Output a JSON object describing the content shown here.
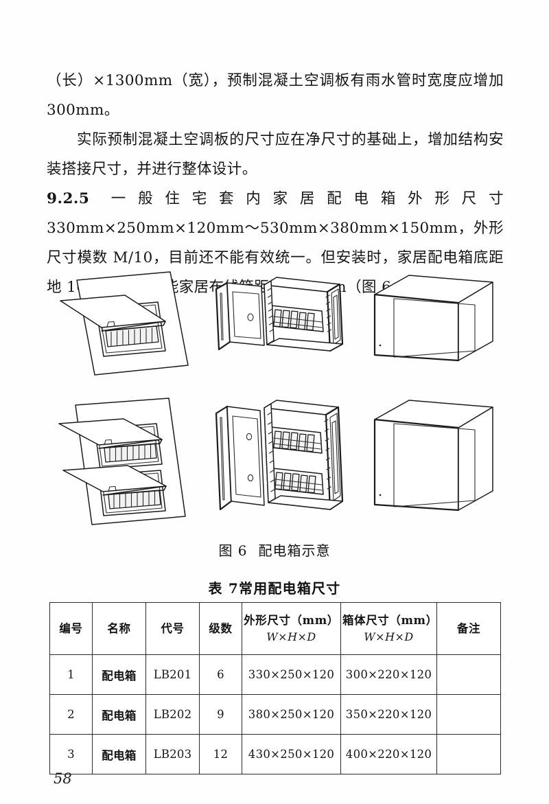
{
  "document": {
    "page_number": "58"
  },
  "body": {
    "paragraphs": [
      {
        "id": "p1",
        "text": "（长）×1300mm（宽），预制混凝土空调板有雨水管时宽度应增加 300mm。"
      },
      {
        "id": "p2",
        "text": "实际预制混凝土空调板的尺寸应在净尺寸的基础上，增加结构安装搭接尺寸，并进行整体设计。"
      }
    ],
    "clause": {
      "number": "9.2.5",
      "text": "一般住宅套内家居配电箱外形尺寸 330mm×250mm×120mm～530mm×380mm×150mm，外形尺寸模数 M/10，目前还不能有效统一。但安装时，家居配电箱底距地 1600mm，智能家居布线箱距地 500mm（图 6、表 7）。"
    }
  },
  "figure": {
    "caption_number": "图 6",
    "caption_title": "配电箱示意",
    "panels": [
      {
        "id": "fig-wall-single",
        "name": "wall-panel-single-row"
      },
      {
        "id": "fig-box-open-single",
        "name": "distribution-box-open-single-tier"
      },
      {
        "id": "fig-enclosure-single",
        "name": "empty-enclosure-shallow"
      },
      {
        "id": "fig-wall-double",
        "name": "wall-panel-double-row"
      },
      {
        "id": "fig-box-open-double",
        "name": "distribution-box-open-double-tier"
      },
      {
        "id": "fig-enclosure-double",
        "name": "empty-enclosure-tall"
      }
    ]
  },
  "table": {
    "title_number": "表 7",
    "title_text": "常用配电箱尺寸",
    "headers": [
      {
        "line1": "编号",
        "line2": ""
      },
      {
        "line1": "名称",
        "line2": ""
      },
      {
        "line1": "代号",
        "line2": ""
      },
      {
        "line1": "级数",
        "line2": ""
      },
      {
        "line1": "外形尺寸（mm）",
        "line2": "W×H×D"
      },
      {
        "line1": "箱体尺寸（mm）",
        "line2": "W×H×D"
      },
      {
        "line1": "备注",
        "line2": ""
      }
    ],
    "rows": [
      {
        "no": "1",
        "name": "配电箱",
        "code": "LB201",
        "poles": "6",
        "outer_size": "330×250×120",
        "body_size": "300×220×120",
        "remark": ""
      },
      {
        "no": "2",
        "name": "配电箱",
        "code": "LB202",
        "poles": "9",
        "outer_size": "380×250×120",
        "body_size": "350×220×120",
        "remark": ""
      },
      {
        "no": "3",
        "name": "配电箱",
        "code": "LB203",
        "poles": "12",
        "outer_size": "430×250×120",
        "body_size": "400×220×120",
        "remark": ""
      }
    ]
  },
  "colors": {
    "page_background": "#fefefe",
    "text": "#151515",
    "line": "#1b1b1b",
    "table_border": "#2a2a2a"
  }
}
